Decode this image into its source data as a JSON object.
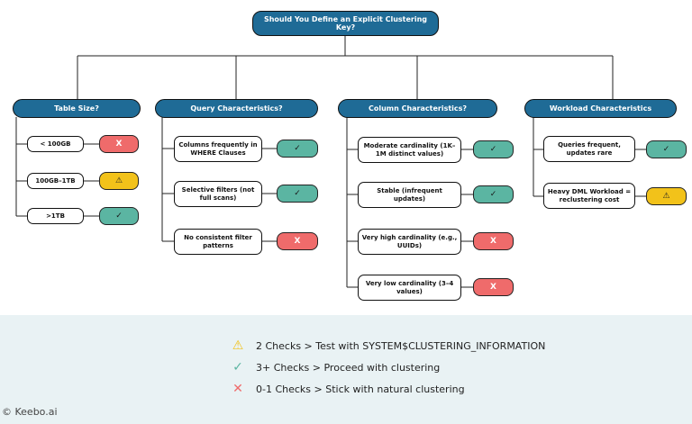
{
  "title": "Should You Define an Explicit Clustering Key?",
  "sections": [
    {
      "header": "Table Size?",
      "items": [
        {
          "label": "< 100GB",
          "result": "x"
        },
        {
          "label": "100GB–1TB",
          "result": "warn"
        },
        {
          "label": ">1TB",
          "result": "check"
        }
      ]
    },
    {
      "header": "Query Characteristics?",
      "items": [
        {
          "label": "Columns frequently in WHERE Clauses",
          "result": "check"
        },
        {
          "label": "Selective filters (not full scans)",
          "result": "check"
        },
        {
          "label": "No consistent filter patterns",
          "result": "x"
        }
      ]
    },
    {
      "header": "Column Characteristics?",
      "items": [
        {
          "label": "Moderate cardinality (1K–1M distinct values)",
          "result": "check"
        },
        {
          "label": "Stable (infrequent updates)",
          "result": "check"
        },
        {
          "label": "Very high cardinality (e.g., UUIDs)",
          "result": "x"
        },
        {
          "label": "Very low cardinality (3–4 values)",
          "result": "x"
        }
      ]
    },
    {
      "header": "Workload Characteristics",
      "items": [
        {
          "label": "Queries frequent, updates rare",
          "result": "check"
        },
        {
          "label": "Heavy DML Workload = reclustering cost",
          "result": "warn"
        }
      ]
    }
  ],
  "legend": [
    {
      "icon": "warn",
      "text": "2 Checks > Test with SYSTEM$CLUSTERING_INFORMATION"
    },
    {
      "icon": "check",
      "text": "3+ Checks > Proceed with clustering"
    },
    {
      "icon": "x",
      "text": "0-1 Checks > Stick with natural clustering"
    }
  ],
  "copyright": "© Keebo.ai",
  "symbols": {
    "check": "✓",
    "x": "X",
    "warn": "⚠"
  },
  "colors": {
    "header": "#1f6b96",
    "check": "#5bb5a2",
    "x": "#ef6b6b",
    "warn": "#f2c21a",
    "legend_bg": "#e9f2f4"
  }
}
